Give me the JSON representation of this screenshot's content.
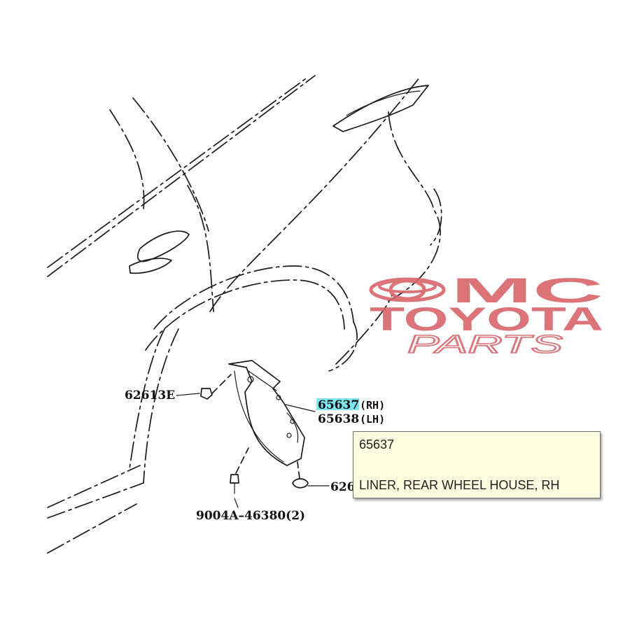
{
  "diagram": {
    "callouts": [
      {
        "id": "62613e",
        "part": "62613E",
        "suffix": ""
      },
      {
        "id": "65637",
        "part": "65637",
        "suffix": "(RH)",
        "highlighted": true
      },
      {
        "id": "65638",
        "part": "65638",
        "suffix": "(LH)"
      },
      {
        "id": "9004a",
        "part": "9004A–46380(2)",
        "suffix": ""
      },
      {
        "id": "626",
        "part": "626",
        "suffix": ""
      }
    ],
    "highlight_color": "#7fe7ef"
  },
  "watermark": {
    "line1": "MC",
    "line2": "TOYOTA",
    "line3": "PARTS",
    "color": "#d9646a",
    "logo": "toyota-emblem"
  },
  "tooltip": {
    "code": "65637",
    "description": "LINER, REAR WHEEL HOUSE, RH"
  }
}
